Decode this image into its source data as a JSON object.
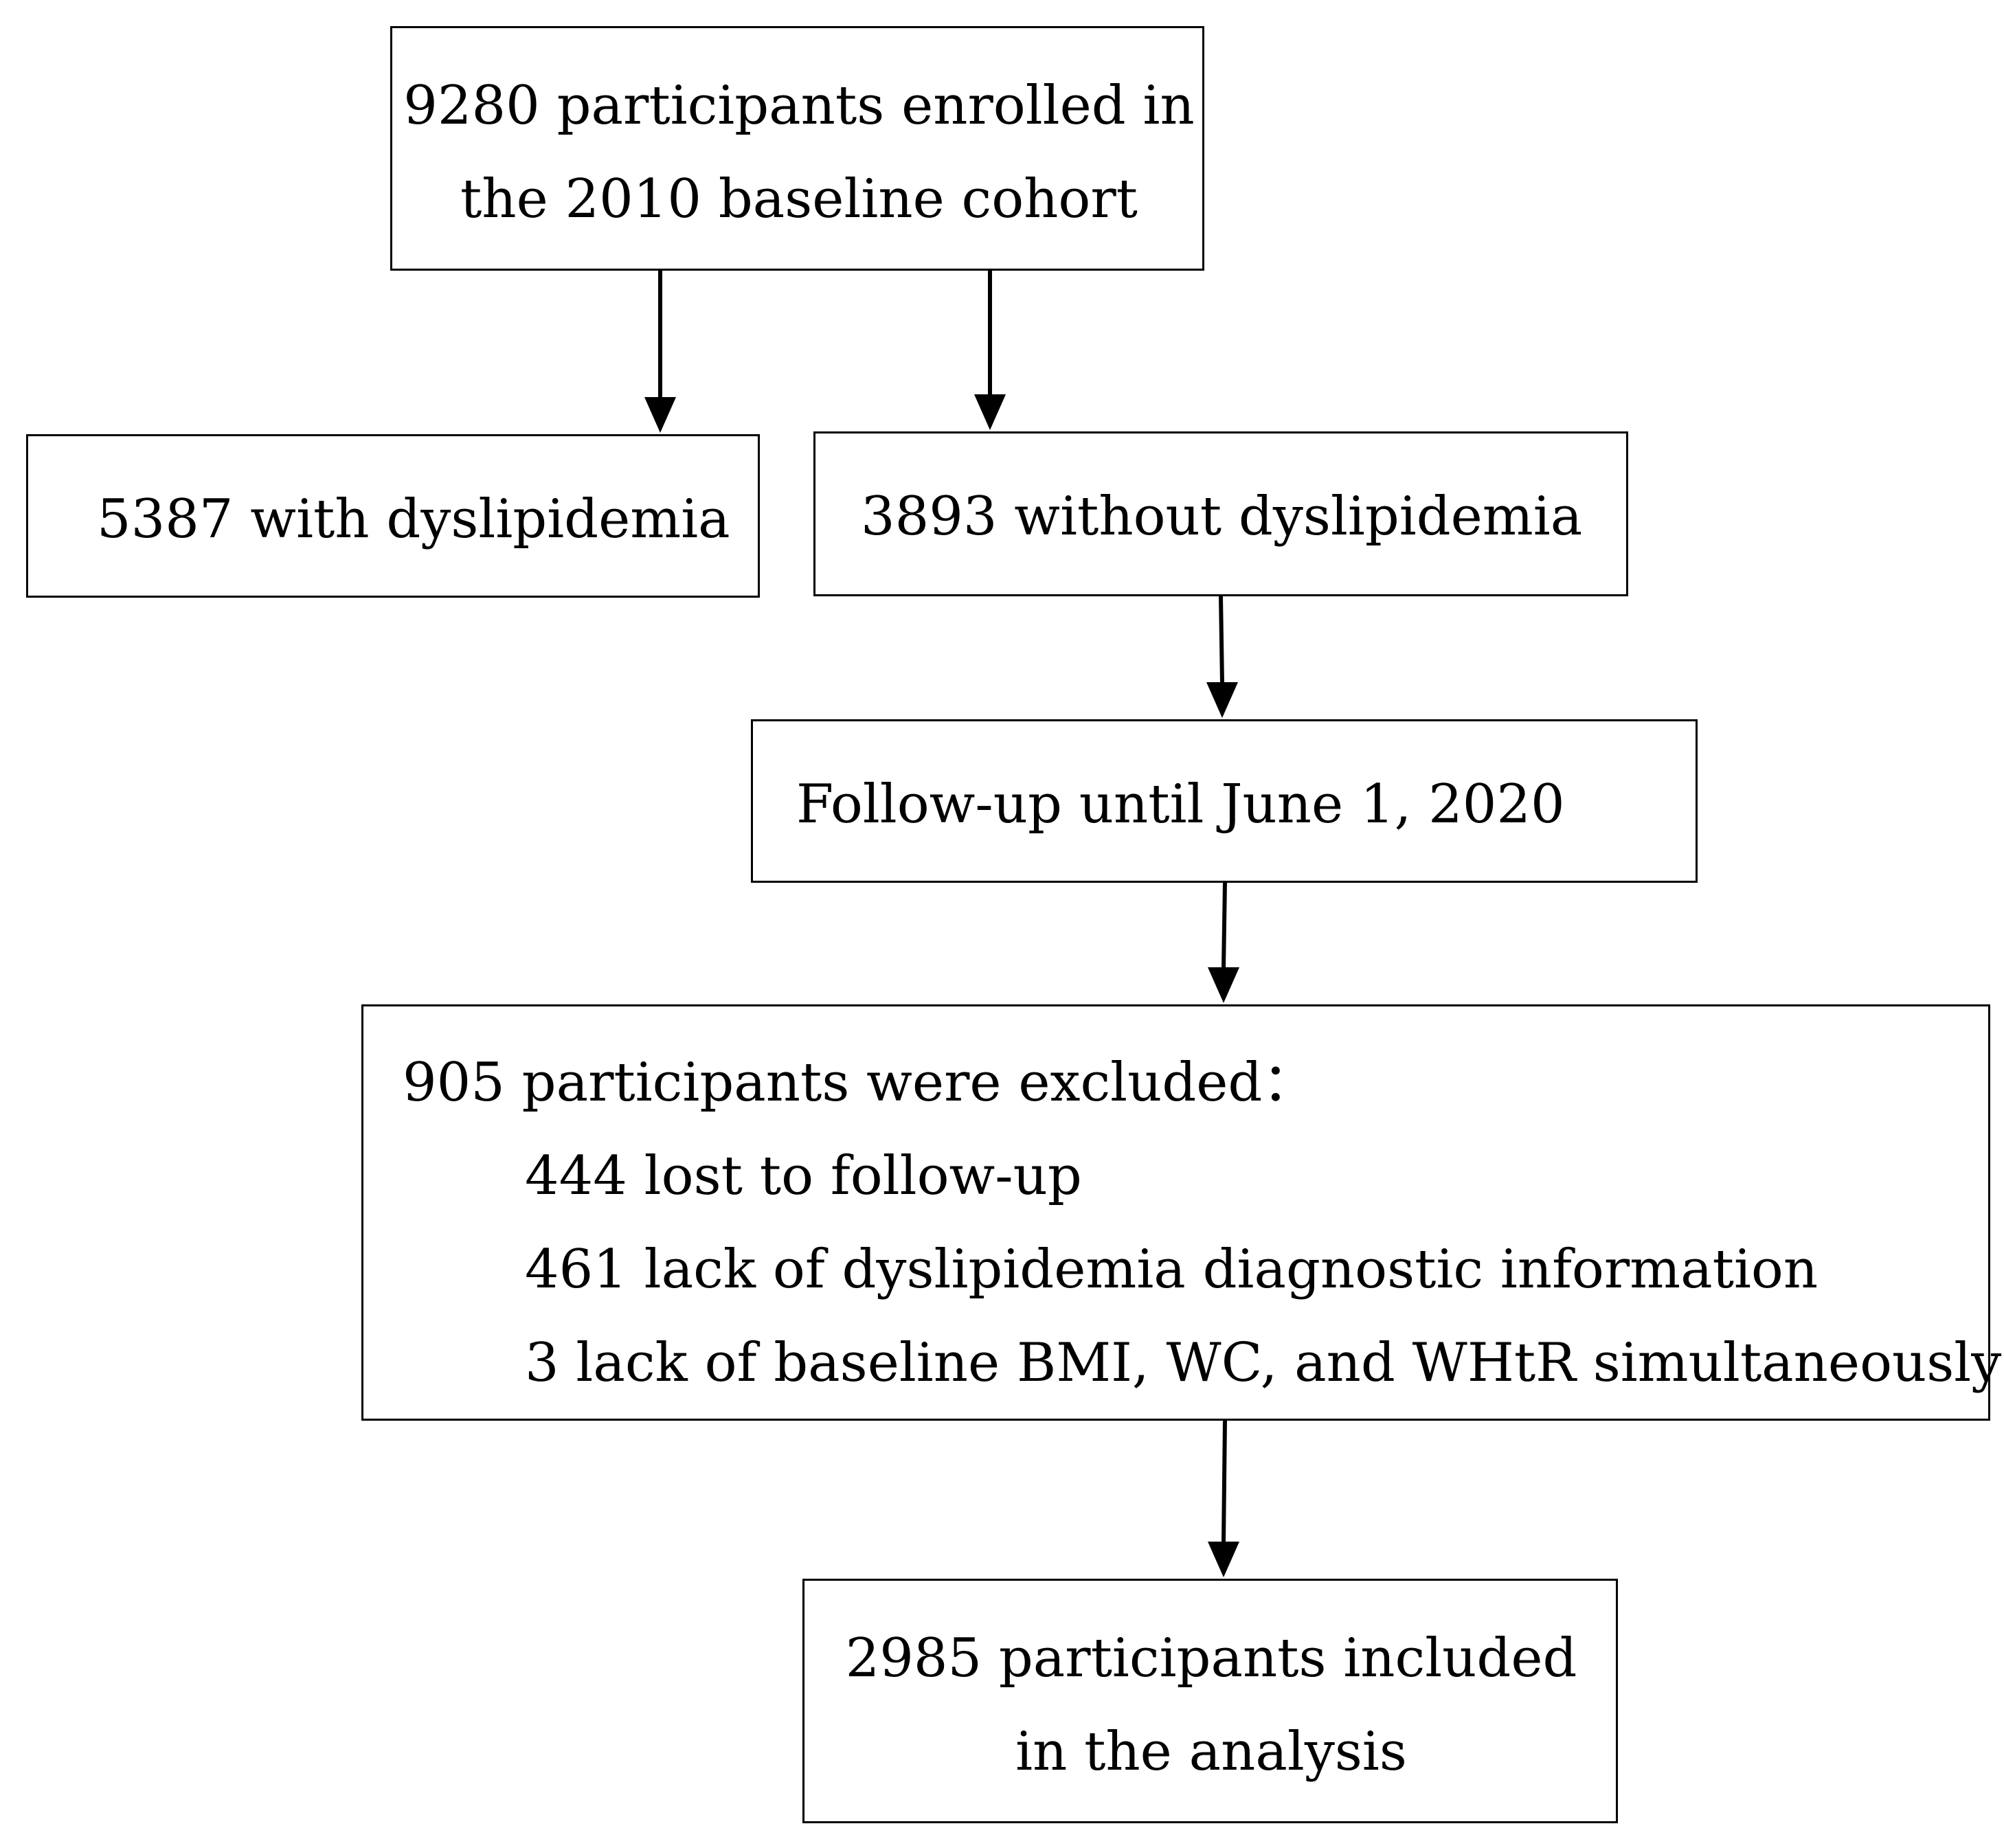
{
  "flowchart": {
    "enrolled": {
      "line1": "9280 participants enrolled in",
      "line2": "the 2010 baseline cohort"
    },
    "with_dyslipidemia": {
      "label": "5387 with dyslipidemia"
    },
    "without_dyslipidemia": {
      "label": "3893 without dyslipidemia"
    },
    "follow_up": {
      "label": "Follow-up until June 1, 2020"
    },
    "excluded": {
      "heading": "905 participants were excluded：",
      "reasons": [
        "444 lost to follow-up",
        "461 lack of dyslipidemia diagnostic information",
        "3 lack of baseline BMI, WC, and WHtR simultaneously"
      ]
    },
    "included": {
      "line1": "2985 participants included",
      "line2": "in the analysis"
    }
  },
  "colors": {
    "stroke": "#000000",
    "background": "#ffffff"
  }
}
